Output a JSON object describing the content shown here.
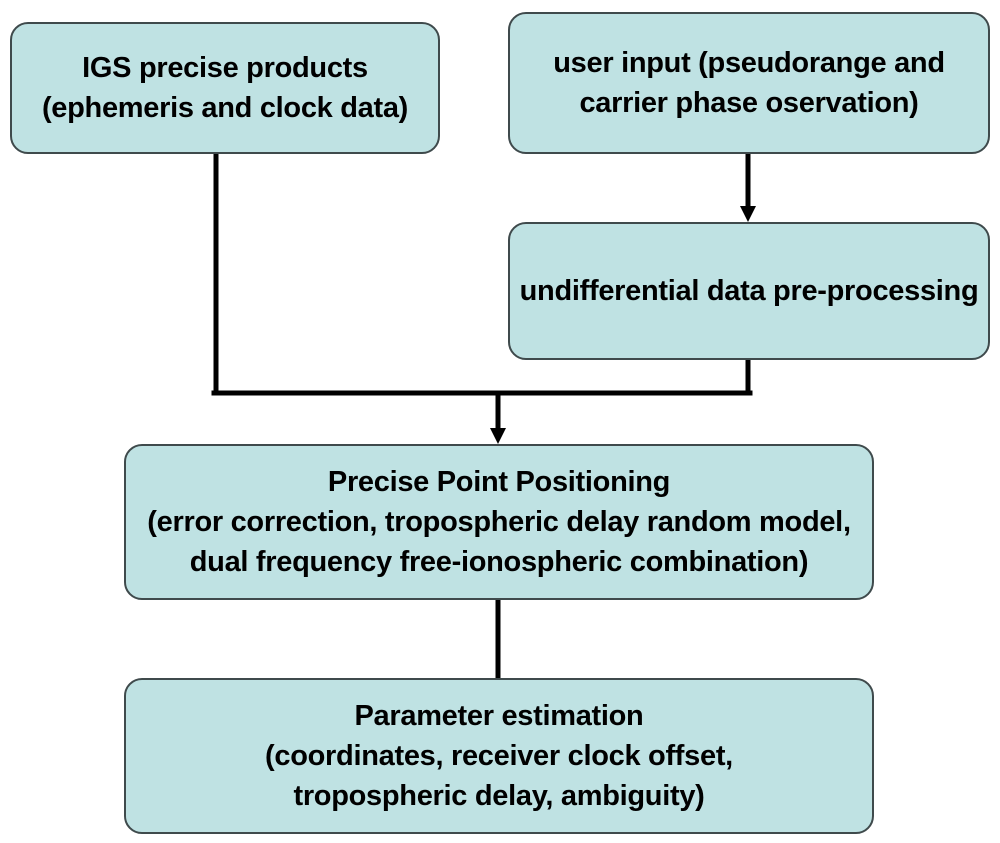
{
  "colors": {
    "box_fill": "#bfe2e3",
    "box_border": "#3f4a4c",
    "connector": "#000000"
  },
  "nodes": {
    "igs": {
      "lines": [
        "IGS precise products",
        "(ephemeris and clock data)"
      ]
    },
    "user_input": {
      "lines": [
        "user input (pseudorange and",
        "carrier phase oservation)"
      ]
    },
    "preprocessing": {
      "lines": [
        "undifferential data pre-processing"
      ]
    },
    "ppp": {
      "lines": [
        "Precise Point Positioning",
        "(error correction, tropospheric delay random model,",
        "dual frequency free-ionospheric combination)"
      ]
    },
    "parameter_estimation": {
      "lines": [
        "Parameter estimation",
        "(coordinates, receiver clock offset,",
        "tropospheric delay, ambiguity)"
      ]
    }
  },
  "edges": [
    {
      "from": "user_input",
      "to": "preprocessing",
      "arrow": true
    },
    {
      "from": "igs",
      "to": "ppp",
      "arrow": true
    },
    {
      "from": "preprocessing",
      "to": "ppp",
      "arrow": true
    },
    {
      "from": "ppp",
      "to": "parameter_estimation",
      "arrow": false
    }
  ]
}
